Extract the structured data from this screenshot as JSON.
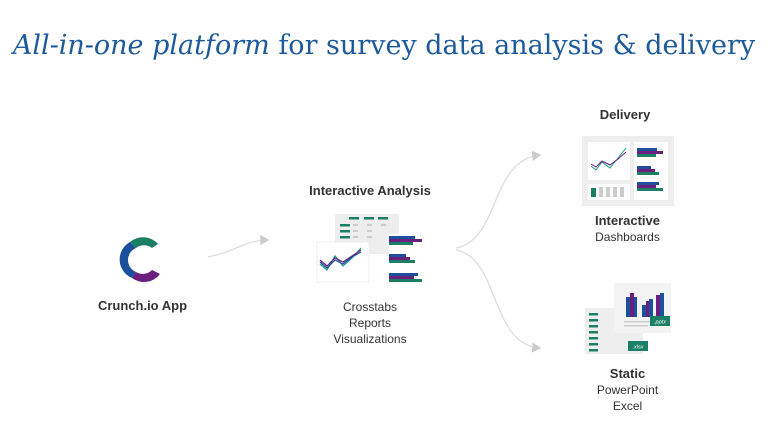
{
  "title": {
    "emphasis": "All-in-one platform",
    "rest": " for survey data analysis & delivery"
  },
  "app": {
    "label": "Crunch.io App"
  },
  "analysis": {
    "heading": "Interactive Analysis",
    "items": [
      "Crosstabs",
      "Reports",
      "Visualizations"
    ]
  },
  "delivery": {
    "heading": "Delivery"
  },
  "interactive": {
    "heading": "Interactive",
    "sub": "Dashboards"
  },
  "static": {
    "heading": "Static",
    "items": [
      "PowerPoint",
      "Excel"
    ],
    "pptx_badge": ".pptx",
    "xlsx_badge": ".xlsx"
  },
  "colors": {
    "title": "#1c5a9c",
    "green": "#1a7f64",
    "purple": "#6a1f7f",
    "blue": "#1c4f9c"
  }
}
